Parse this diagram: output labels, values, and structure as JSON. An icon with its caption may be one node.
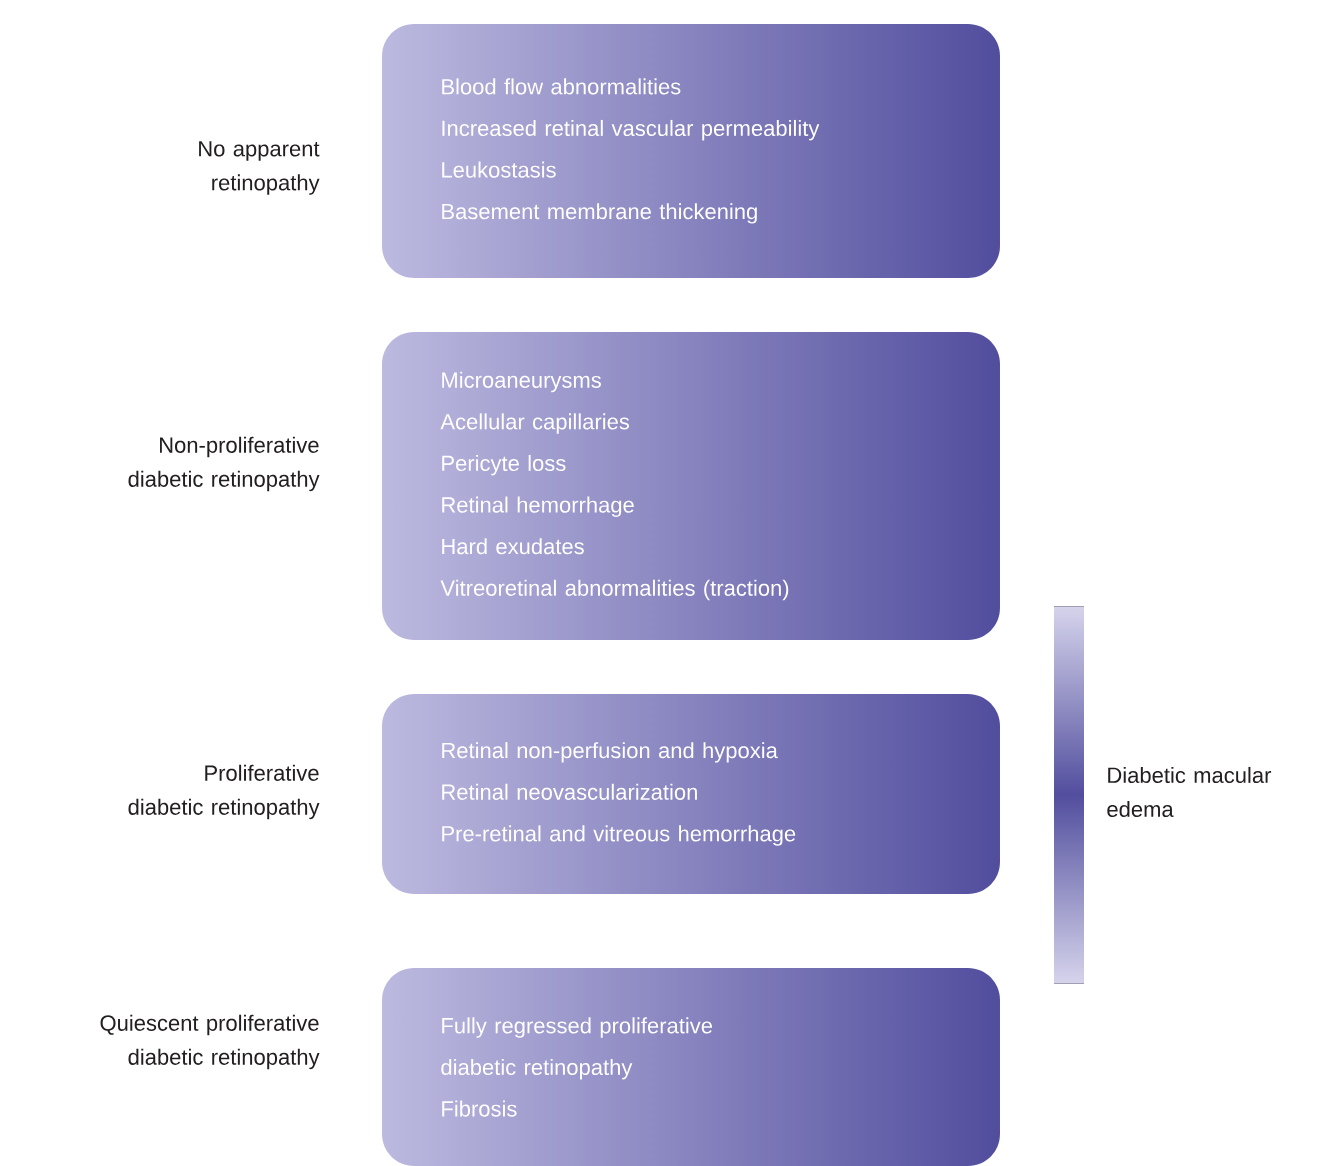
{
  "diagram": {
    "nodes": [
      {
        "text": [
          "Blood flow abnormalities",
          "Increased retinal vascular permeability",
          "Leukostasis",
          "Basement membrane thickening"
        ]
      },
      {
        "text": [
          "Microaneurysms",
          "Acellular capillaries",
          "Pericyte loss",
          "Retinal hemorrhage",
          "Hard exudates",
          "Vitreoretinal abnormalities (traction)"
        ]
      },
      {
        "text": [
          "Retinal non-perfusion and hypoxia",
          "Retinal neovascularization",
          "Pre-retinal and vitreous hemorrhage"
        ]
      },
      {
        "text": [
          "Fully regressed proliferative diabetic retinopathy",
          "Fibrosis"
        ]
      },
      {
        "text": [],
        "shape": "bar",
        "beside": [
          "Diabetic macular edema"
        ]
      }
    ],
    "labels": [
      "No apparent retinopathy",
      "Non-proliferative diabetic retinopathy",
      "Proliferative diabetic retinopathy",
      "Quiescent proliferative diabetic retinopathy"
    ]
  }
}
